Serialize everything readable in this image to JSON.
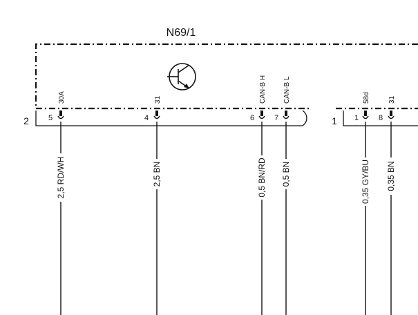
{
  "title": "N69/1",
  "connectors": [
    {
      "id": "2",
      "label": "2"
    },
    {
      "id": "1",
      "label": "1"
    }
  ],
  "pins": [
    {
      "num": "5",
      "signal": "30A",
      "wire": "2,5 RD/WH"
    },
    {
      "num": "4",
      "signal": "31",
      "wire": "2,5 BN"
    },
    {
      "num": "6",
      "signal": "CAN-B H",
      "wire": "0,5 BN/RD"
    },
    {
      "num": "7",
      "signal": "CAN-B L",
      "wire": "0,5 BN"
    },
    {
      "num": "1",
      "signal": "58d",
      "wire": "0,35 GY/BU"
    },
    {
      "num": "8",
      "signal": "31",
      "wire": "0,35 BN"
    }
  ],
  "colors": {
    "line": "#111111",
    "background": "#ffffff"
  },
  "icons": {
    "module": "transistor-icon"
  }
}
